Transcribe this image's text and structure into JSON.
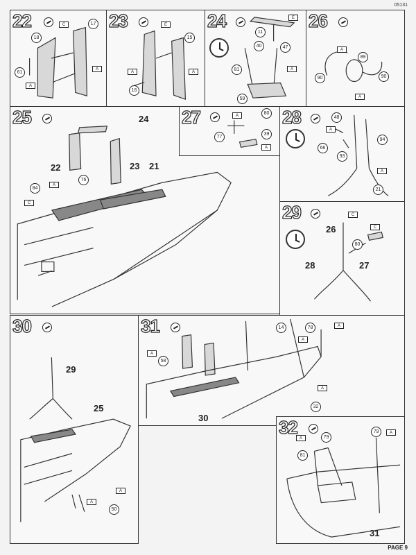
{
  "header": {
    "code": "05131"
  },
  "footer": {
    "page": "PAGE 9"
  },
  "steps": {
    "s22": {
      "number": "22",
      "callouts": [
        "17",
        "18",
        "61"
      ],
      "flags": [
        "C",
        "A",
        "A"
      ]
    },
    "s23": {
      "number": "23",
      "callouts": [
        "15",
        "16"
      ],
      "flags": [
        "E",
        "A",
        "A"
      ]
    },
    "s24": {
      "number": "24",
      "callouts": [
        "11",
        "40",
        "47",
        "81",
        "59"
      ],
      "flags": [
        "E",
        "A"
      ]
    },
    "s26": {
      "number": "26",
      "callouts": [
        "89",
        "90",
        "90"
      ],
      "flags": [
        "A",
        "A"
      ]
    },
    "s25": {
      "number": "25",
      "labels": [
        "24",
        "22",
        "23",
        "21"
      ],
      "callouts": [
        "76",
        "84"
      ],
      "flags": [
        "A",
        "C"
      ]
    },
    "s27": {
      "number": "27",
      "callouts": [
        "80",
        "77",
        "39"
      ],
      "flags": [
        "A",
        "A"
      ]
    },
    "s28": {
      "number": "28",
      "callouts": [
        "48",
        "66",
        "93",
        "94",
        "21"
      ],
      "flags": [
        "A",
        "A"
      ]
    },
    "s29": {
      "number": "29",
      "labels": [
        "26",
        "28",
        "27"
      ],
      "callouts": [
        "80"
      ],
      "flags": [
        "C",
        "C"
      ]
    },
    "s30": {
      "number": "30",
      "labels": [
        "29",
        "25"
      ],
      "callouts": [
        "50"
      ],
      "flags": [
        "A",
        "A"
      ]
    },
    "s31": {
      "number": "31",
      "labels": [
        "30"
      ],
      "callouts": [
        "58",
        "14",
        "78",
        "32"
      ],
      "flags": [
        "A",
        "A",
        "A",
        "A"
      ]
    },
    "s32": {
      "number": "32",
      "labels": [
        "31"
      ],
      "callouts": [
        "79",
        "81",
        "79"
      ],
      "flags": [
        "A",
        "A"
      ]
    }
  }
}
